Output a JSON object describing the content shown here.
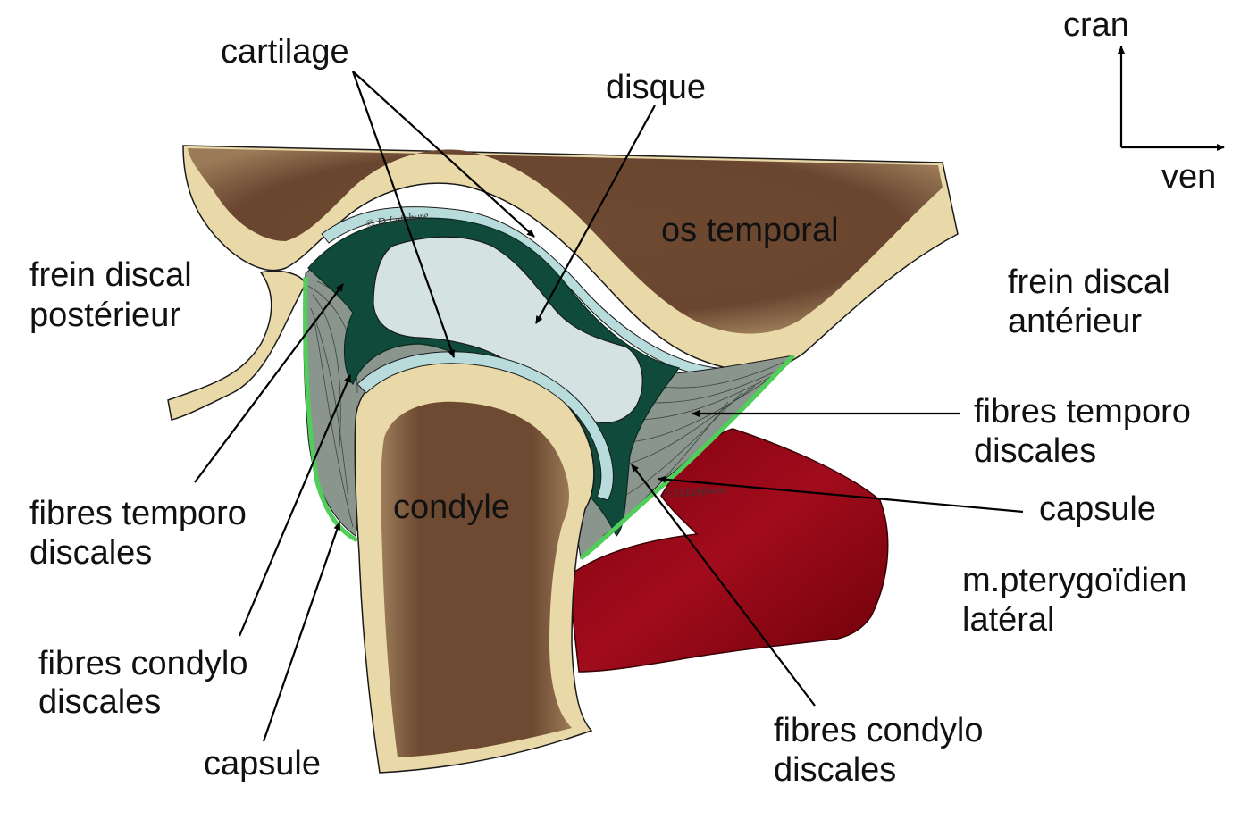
{
  "orientation": {
    "up": "cran",
    "right": "ven"
  },
  "structures": {
    "bone_temporal": "os temporal",
    "condyle": "condyle"
  },
  "labels": {
    "cartilage": "cartilage",
    "disque": "disque",
    "frein_posterior_l1": "frein discal",
    "frein_posterior_l2": "postérieur",
    "frein_anterior_l1": "frein discal",
    "frein_anterior_l2": "antérieur",
    "fibres_temporo_left_l1": "fibres temporo",
    "fibres_temporo_left_l2": "discales",
    "fibres_temporo_right_l1": "fibres temporo",
    "fibres_temporo_right_l2": "discales",
    "capsule_right": "capsule",
    "capsule_left": "capsule",
    "fibres_condylo_left_l1": "fibres condylo",
    "fibres_condylo_left_l2": "discales",
    "fibres_condylo_right_l1": "fibres condylo",
    "fibres_condylo_right_l2": "discales",
    "muscle_l1": "m.pterygoïdien",
    "muscle_l2": "latéral"
  },
  "watermark": "© D.Lefebvre",
  "colors": {
    "bone_brown": "#6e4a32",
    "bone_cortex": "#ead9a8",
    "disc_dark_green": "#0f4a3a",
    "disc_light": "#d4e2e2",
    "cartilage": "#b8dcdc",
    "fibres_grey": "#8a958e",
    "capsule_green": "#4fcf5a",
    "muscle_red": "#9b0a18"
  }
}
